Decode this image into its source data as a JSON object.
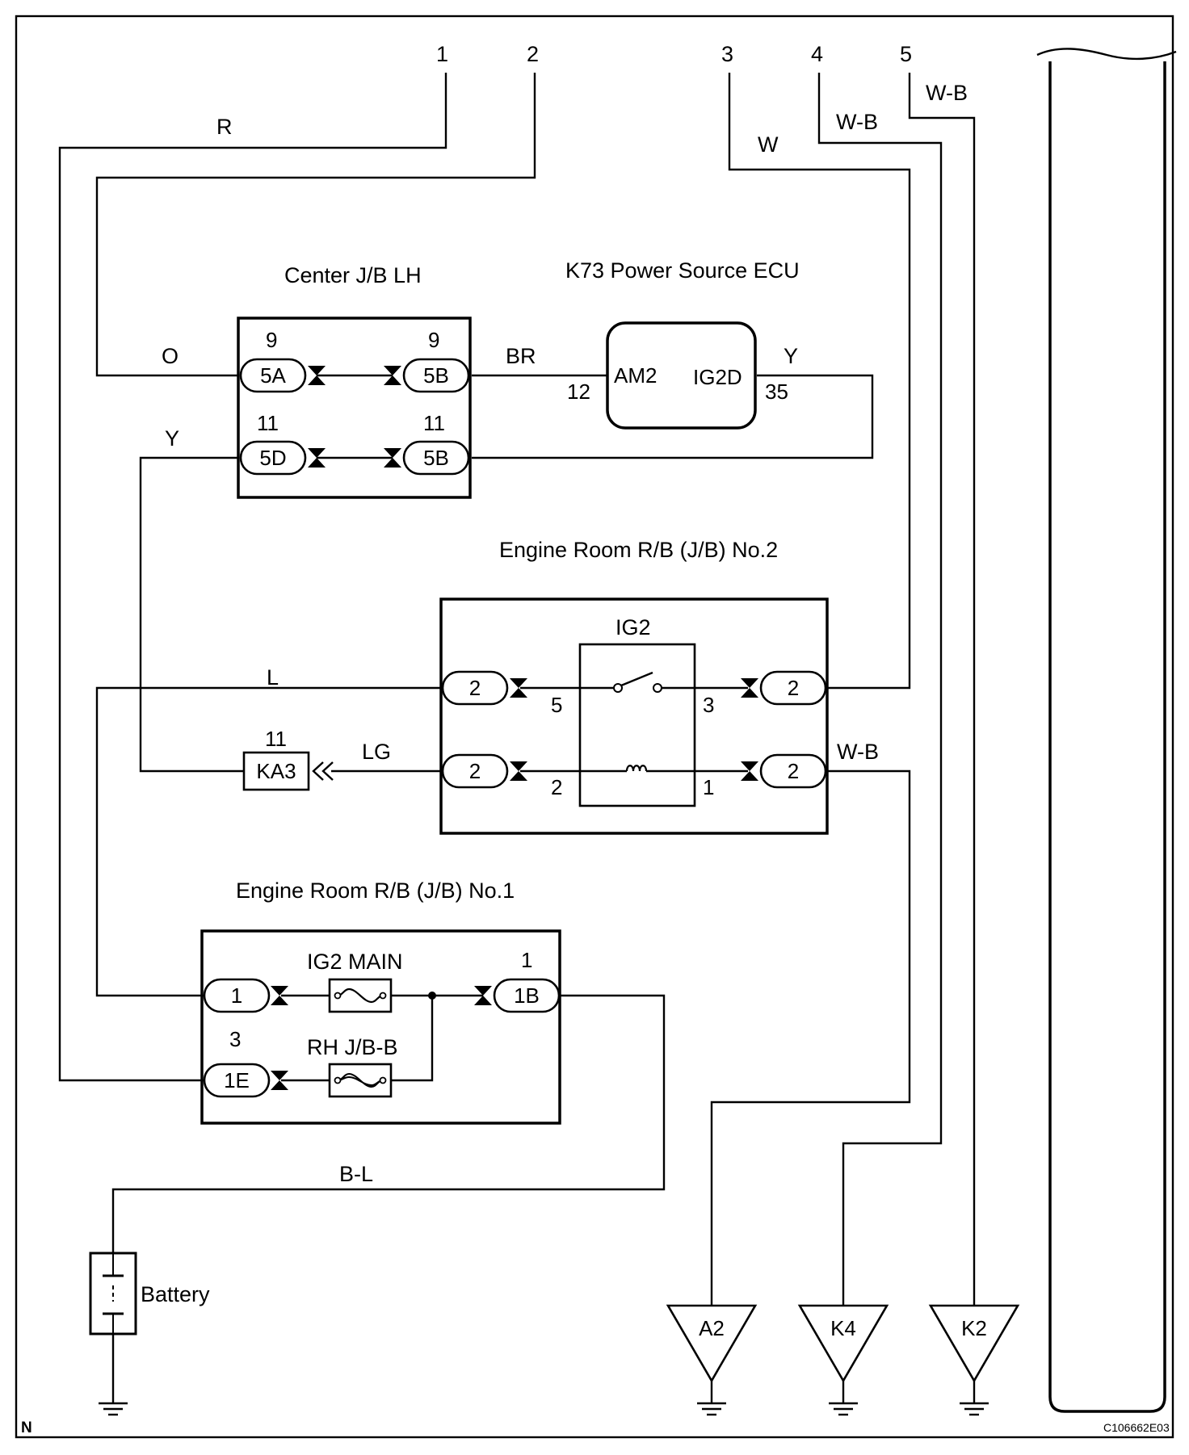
{
  "figure_id": "C106662E03",
  "corner_mark": "N",
  "top_terminals": [
    "1",
    "2",
    "3",
    "4",
    "5"
  ],
  "components": {
    "center_jb": "Center J/B LH",
    "power_ecu": "K73 Power Source ECU",
    "engine_rb2": "Engine Room R/B (J/B) No.2",
    "engine_rb1": "Engine Room R/B (J/B) No.1",
    "battery": "Battery"
  },
  "ecu_pins": {
    "am2": "AM2",
    "ig2d": "IG2D",
    "am2_num": "12",
    "ig2d_num": "35"
  },
  "relay": {
    "name": "IG2",
    "pin5": "5",
    "pin3": "3",
    "pin2": "2",
    "pin1": "1"
  },
  "fuses": {
    "ig2_main": "IG2 MAIN",
    "rh_jb_b": "RH J/B-B"
  },
  "connectors": {
    "c5a": "5A",
    "c5a_pin": "9",
    "c5b_top": "5B",
    "c5b_top_pin": "9",
    "c5d": "5D",
    "c5d_pin": "11",
    "c5b_bot": "5B",
    "c5b_bot_pin": "11",
    "r2_l1": "2",
    "r2_r1": "2",
    "r2_l2": "2",
    "r2_r2": "2",
    "ka3": "KA3",
    "ka3_pin": "11",
    "r1_1": "1",
    "r1_1b": "1B",
    "r1_1b_pin": "1",
    "r1_1e": "1E",
    "r1_1e_pin": "3"
  },
  "wire_colors": {
    "r": "R",
    "o": "O",
    "br": "BR",
    "y_ecu": "Y",
    "y_left": "Y",
    "w": "W",
    "wb4": "W-B",
    "wb5": "W-B",
    "l": "L",
    "lg": "LG",
    "wb_relay": "W-B",
    "bl": "B-L"
  },
  "grounds": [
    "A2",
    "K4",
    "K2"
  ]
}
